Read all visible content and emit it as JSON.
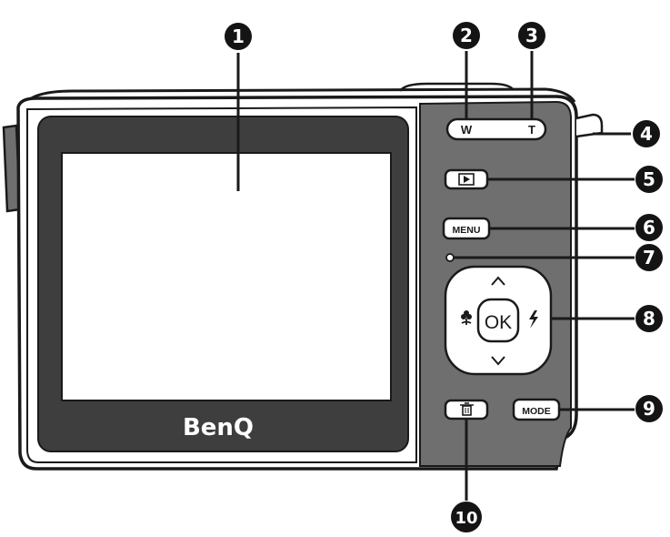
{
  "brand": "BenQ",
  "colors": {
    "body": "#6f6f6f",
    "body_edge": "#1a1a1a",
    "screen_frame": "#3e3e3e",
    "screen": "#ffffff",
    "callout": "#141414"
  },
  "buttons": {
    "zoom_wide": "W",
    "zoom_tele": "T",
    "playback_icon": "play-icon",
    "menu": "MENU",
    "ok": "OK",
    "up_icon": "chevron-up-icon",
    "down_icon": "chevron-down-icon",
    "macro_icon": "macro-flower-icon",
    "flash_icon": "flash-icon",
    "mode": "MODE",
    "delete_icon": "trash-icon"
  },
  "callouts": [
    "1",
    "2",
    "3",
    "4",
    "5",
    "6",
    "7",
    "8",
    "9",
    "10"
  ]
}
